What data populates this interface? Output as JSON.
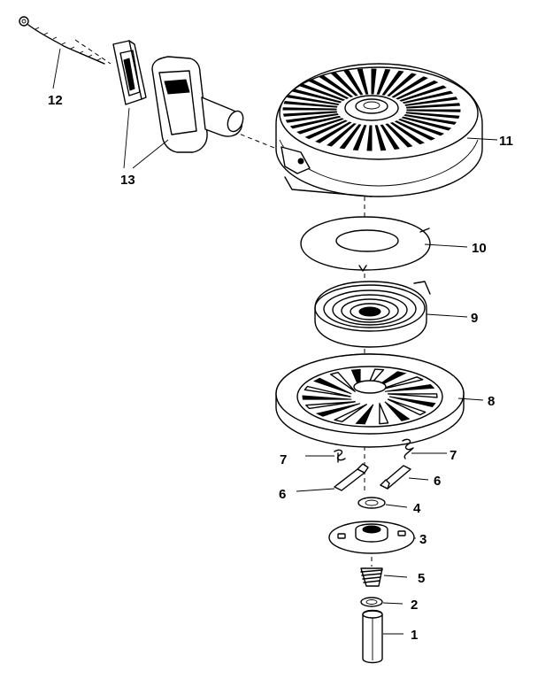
{
  "diagram": {
    "callouts": {
      "c1": "1",
      "c2": "2",
      "c3": "3",
      "c4": "4",
      "c5": "5",
      "c6a": "6",
      "c6b": "6",
      "c7a": "7",
      "c7b": "7",
      "c8": "8",
      "c9": "9",
      "c10": "10",
      "c11": "11",
      "c12": "12",
      "c13": "13"
    },
    "line_color": "#000000",
    "background": "#ffffff"
  }
}
